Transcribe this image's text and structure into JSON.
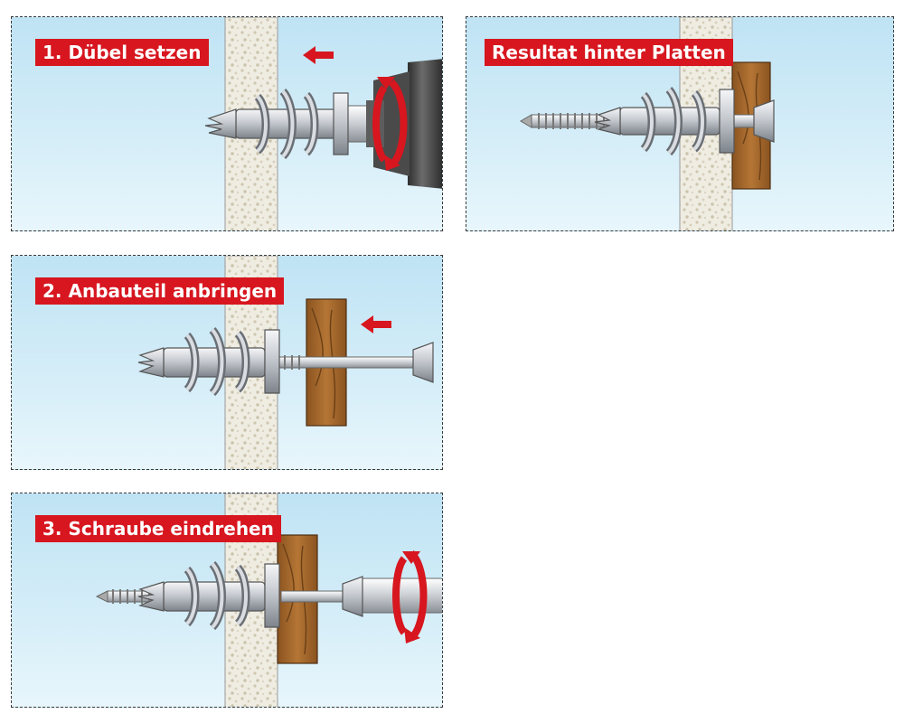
{
  "steps": [
    {
      "label": "1. Dübel setzen"
    },
    {
      "label": "Resultat hinter Platten"
    },
    {
      "label": "2. Anbauteil anbringen"
    },
    {
      "label": "3. Schraube eindrehen"
    }
  ],
  "colors": {
    "label_bg": "#d7161f",
    "label_text": "#ffffff",
    "arrow": "#d7161f",
    "wall": "#efece2",
    "wood": "#a5692c",
    "metal": "#c8ccd2",
    "sky": "#cde9f6"
  },
  "icons": [
    "push-arrow-icon",
    "rotate-arrow-icon",
    "drill-icon",
    "screwdriver-icon",
    "wall-anchor-icon",
    "screw-icon",
    "wood-board-icon"
  ]
}
